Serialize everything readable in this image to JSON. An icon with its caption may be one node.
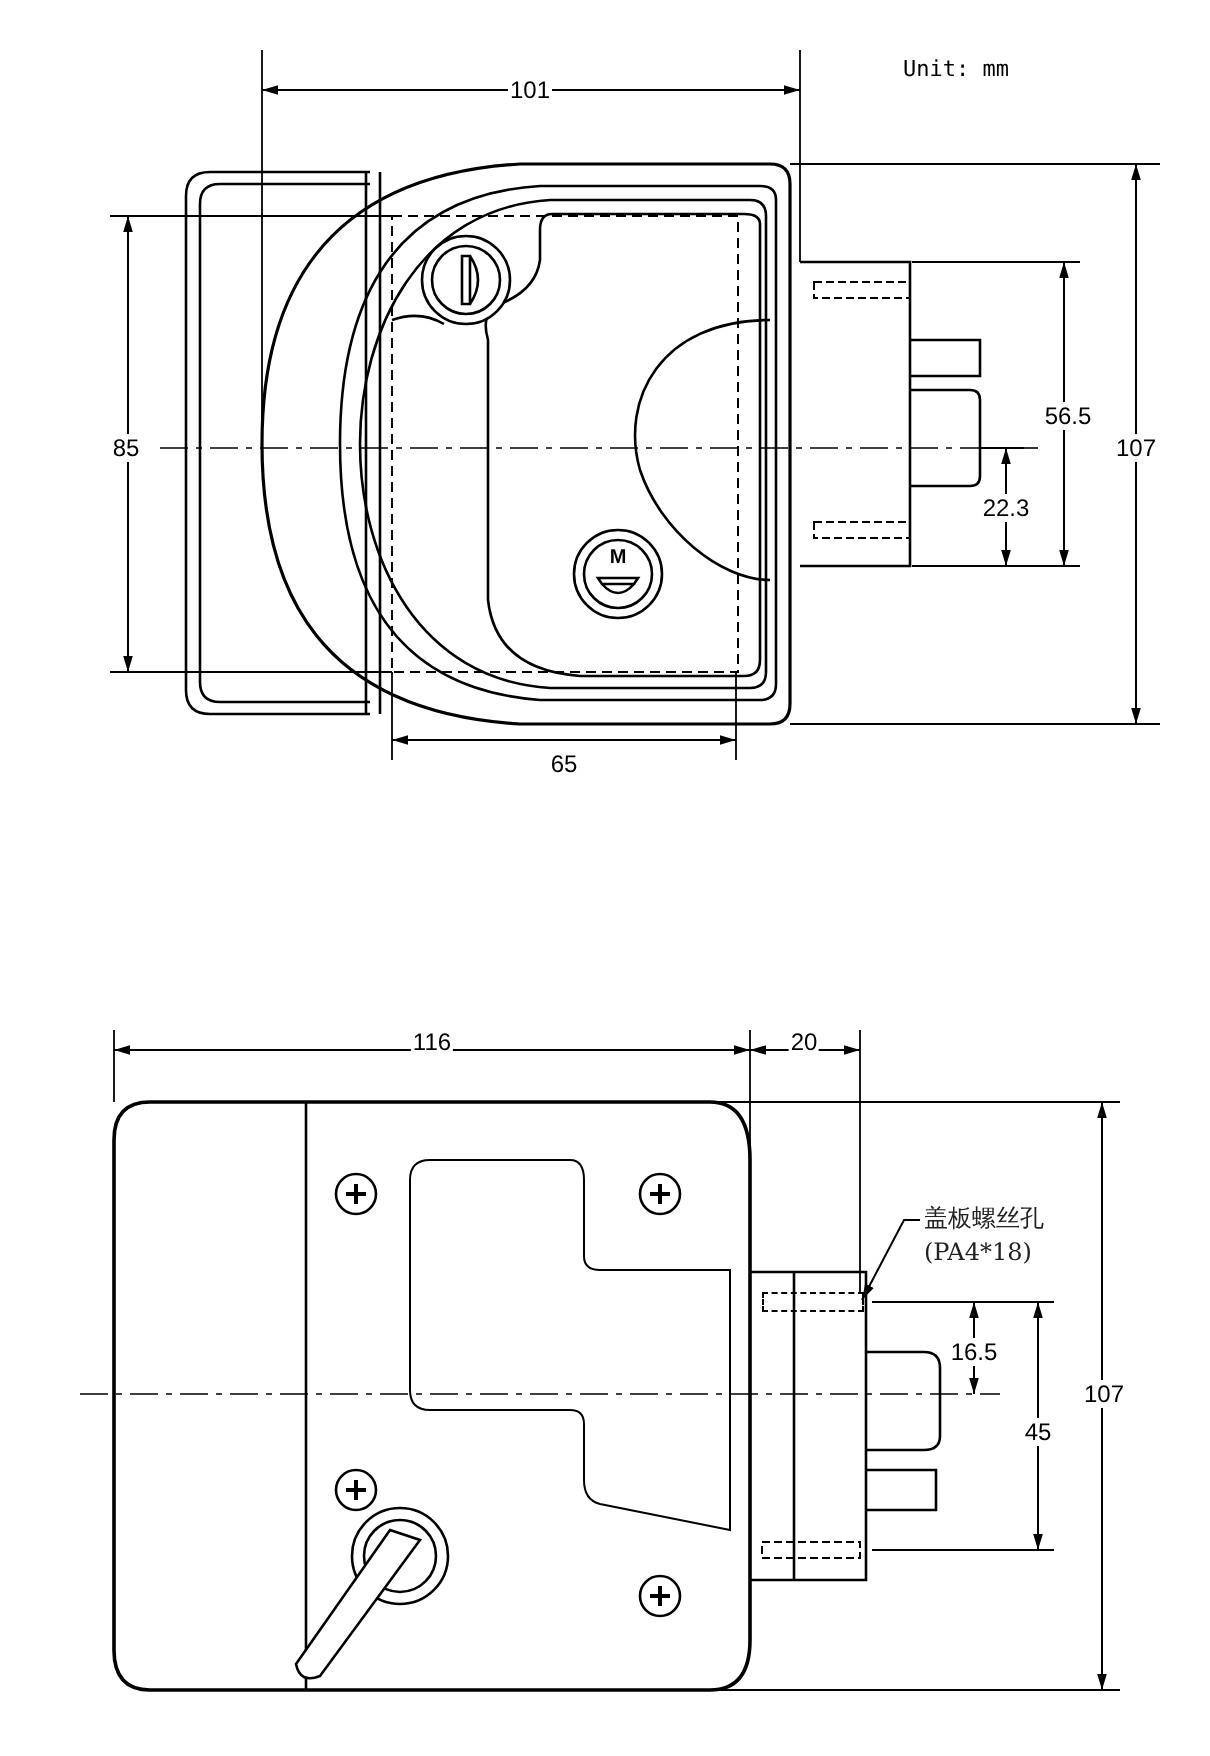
{
  "diagram": {
    "nodes": [
      {
        "text": [
          "盖板螺丝孔",
          "(PA4*18)"
        ]
      },
      {
        "text": [],
        "shape": "box"
      }
    ],
    "edges": [
      {
        "from": 0,
        "to": 1,
        "arrow": "to"
      }
    ],
    "labels": [
      "Unit: mm",
      "101",
      "56.5",
      "85",
      "107",
      "22.3",
      "M",
      "65",
      "116",
      "20",
      "16.5",
      "107",
      "45"
    ]
  }
}
